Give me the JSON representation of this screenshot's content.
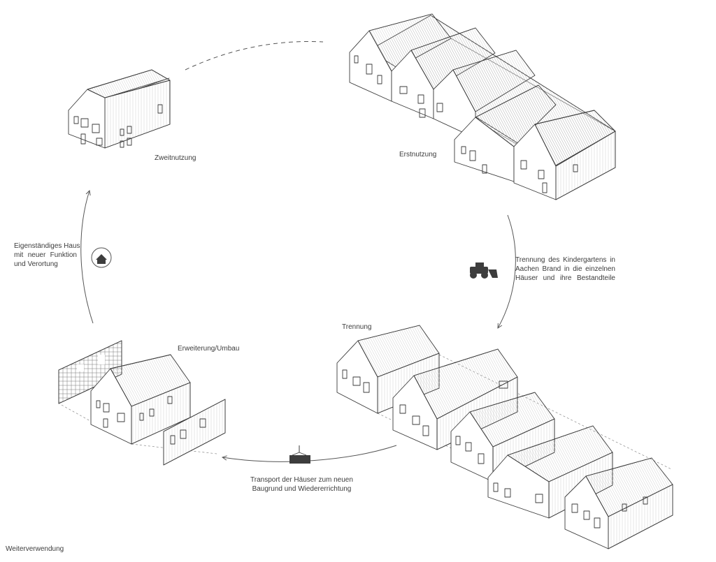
{
  "labels": {
    "erstnutzung": "Erstnutzung",
    "zweitnutzung": "Zweitnutzung",
    "trennung": "Trennung",
    "erweiterung": "Erweiterung/Umbau",
    "weiterverwendung": "Weiterverwendung"
  },
  "descriptions": {
    "trennung_text": [
      "Trennung des Kindergartens in",
      "Aachen Brand in die einzelnen",
      "Häuser und ihre Bestandteile"
    ],
    "transport_text": [
      "Transport der Häuser zum neuen",
      "Baugrund und Wiedererrichtung"
    ],
    "haus_text": [
      "Eigenständiges Haus",
      "mit neuer Funktion",
      "und Verortung"
    ]
  },
  "icons": {
    "tractor": "bulldozer-icon",
    "crane": "crane-load-icon",
    "house": "house-cycle-icon"
  },
  "colors": {
    "line": "#3a3a3a",
    "hatch": "#9a9a9a",
    "icon": "#3d3d3d",
    "text": "#3c3c3c"
  }
}
